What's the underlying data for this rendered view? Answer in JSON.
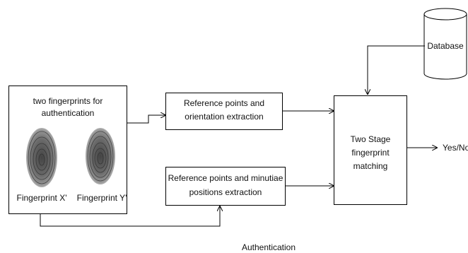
{
  "input_box": {
    "title_line1": "two fingerprints for",
    "title_line2": "authentication",
    "fingerprint_x_label": "Fingerprint X'",
    "fingerprint_y_label": "Fingerprint Y'"
  },
  "orientation_box": {
    "line1": "Reference points and",
    "line2": "orientation extraction"
  },
  "minutiae_box": {
    "line1": "Reference points and minutiae",
    "line2": "positions extraction"
  },
  "matching_box": {
    "line1": "Two Stage",
    "line2": "fingerprint",
    "line3": "matching"
  },
  "database": {
    "label": "Database"
  },
  "output": {
    "label": "Yes/No"
  },
  "caption": "Authentication"
}
